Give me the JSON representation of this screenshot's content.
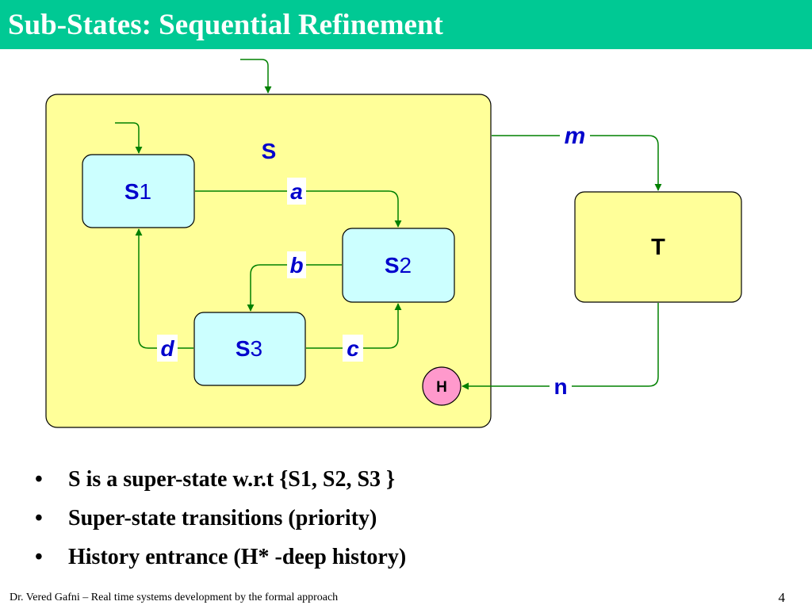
{
  "slide": {
    "title": "Sub-States: Sequential Refinement"
  },
  "diagram": {
    "superstate_label": "S",
    "states": {
      "s1": {
        "main": "S",
        "sub": "1"
      },
      "s2": {
        "main": "S",
        "sub": "2"
      },
      "s3": {
        "main": "S",
        "sub": "3"
      },
      "t": "T",
      "history": "H"
    },
    "transitions": {
      "a": "a",
      "b": "b",
      "c": "c",
      "d": "d",
      "m": "m",
      "n": "n"
    },
    "colors": {
      "superstate_fill": "#ffff99",
      "substate_fill": "#ccffff",
      "history_fill": "#ff99cc",
      "arrow": "#008000",
      "label": "#0000cc"
    }
  },
  "bullets": [
    "S is a super-state w.r.t  {S1, S2, S3 }",
    "Super-state transitions (priority)",
    "History entrance (H* -deep history)"
  ],
  "footer": {
    "text": "Dr. Vered Gafni – Real time systems development by the formal approach",
    "page_number": "4"
  }
}
